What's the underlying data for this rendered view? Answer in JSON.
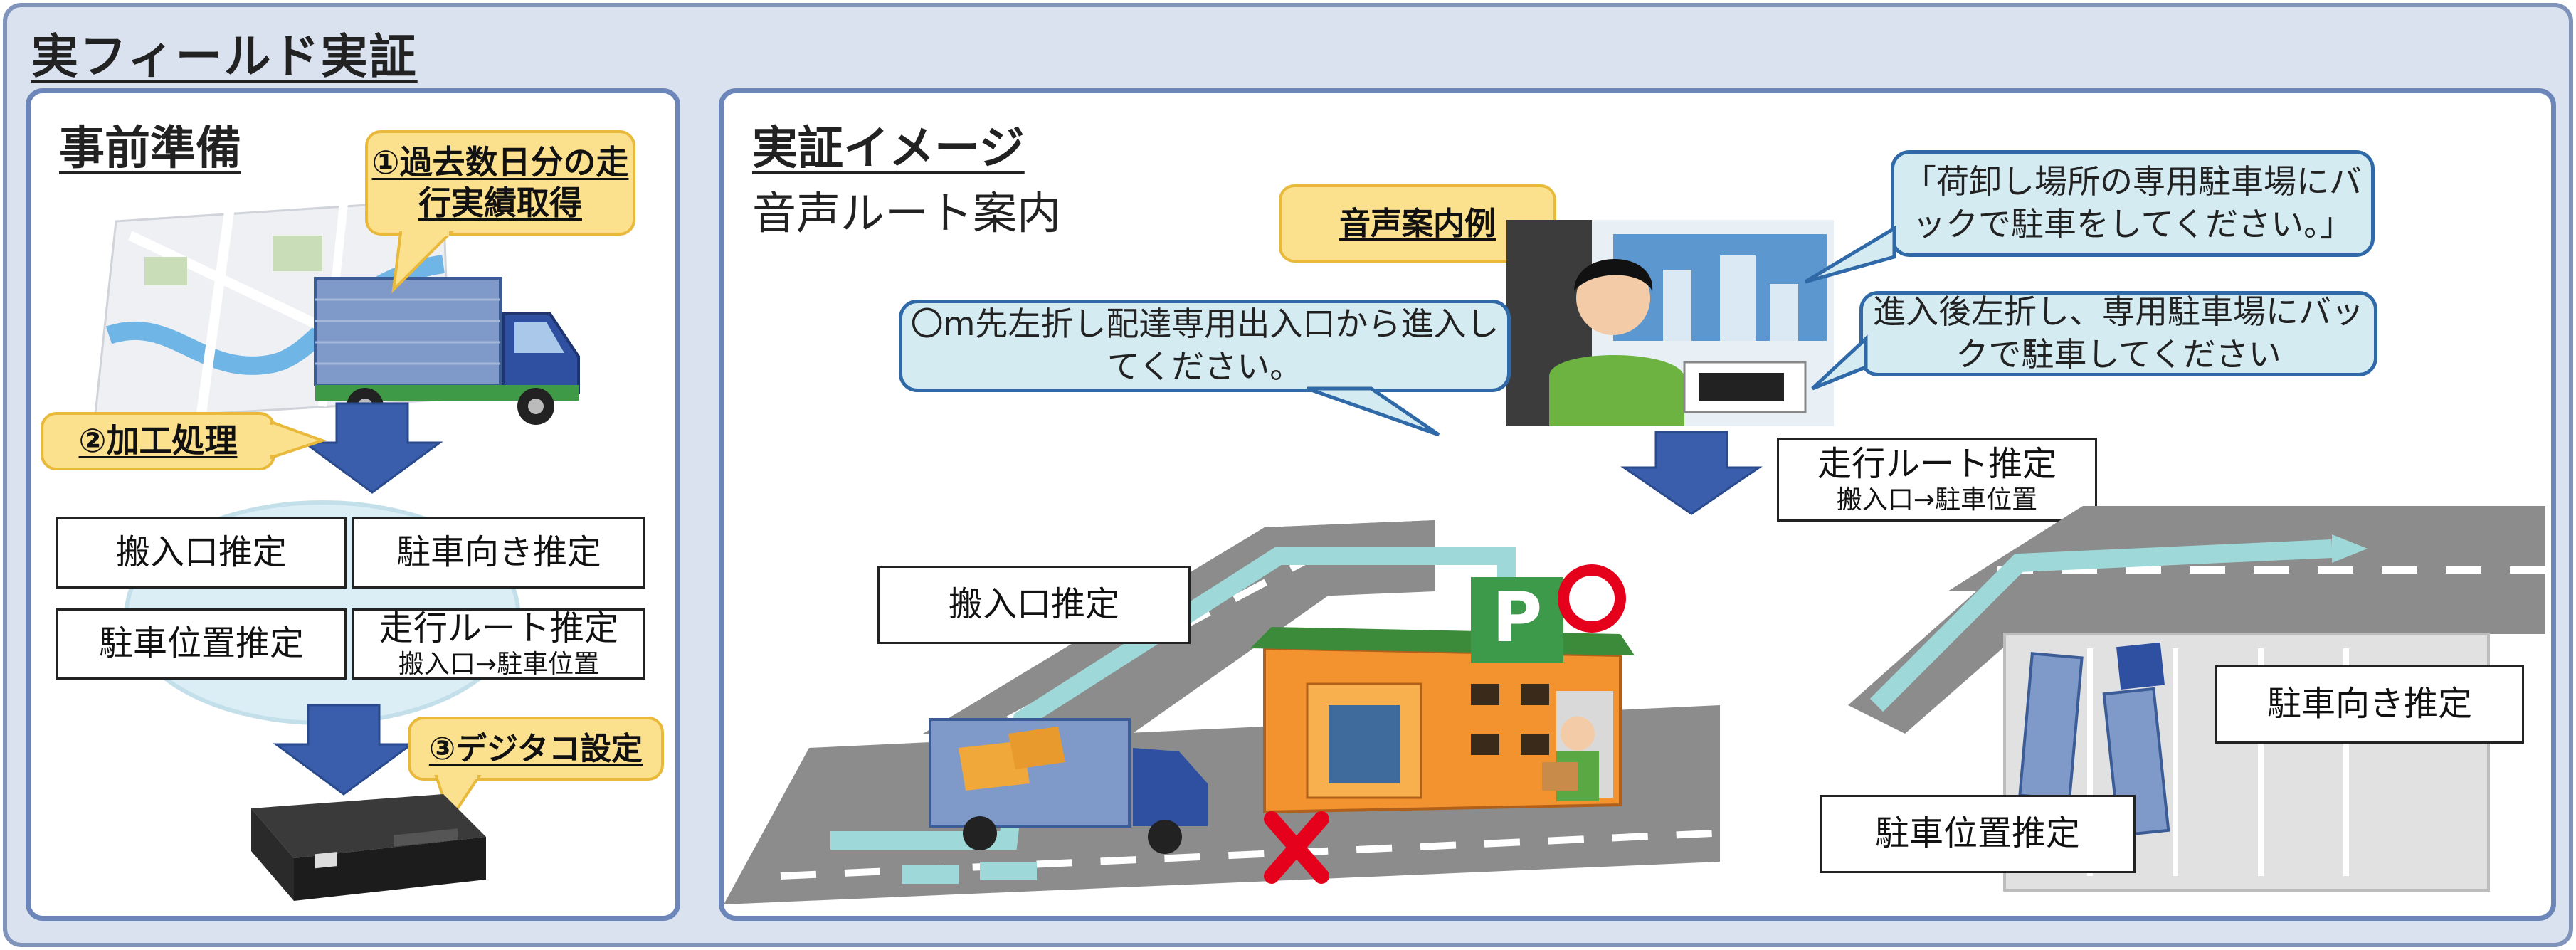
{
  "title": "実フィールド実証",
  "left_panel": {
    "title": "事前準備",
    "step1": "①過去数日分の走行実績取得",
    "step2": "②加工処理",
    "step3": "③デジタコ設定",
    "boxes": {
      "entrance": "搬入口推定",
      "direction": "駐車向き推定",
      "position": "駐車位置推定",
      "route_main": "走行ルート推定",
      "route_sub": "搬入口→駐車位置"
    }
  },
  "right_panel": {
    "title": "実証イメージ",
    "subtitle": "音声ルート案内",
    "voice_label": "音声案内例",
    "bubble_top": "「荷卸し場所の専用駐車場にバックで駐車をしてください。」",
    "bubble_left": "〇m先左折し配達専用出入口から進入してください。",
    "bubble_right": "進入後左折し、専用駐車場にバックで駐車してください",
    "route_main": "走行ルート推定",
    "route_sub": "搬入口→駐車位置",
    "entrance": "搬入口推定",
    "direction": "駐車向き推定",
    "position": "駐車位置推定",
    "parking_sign": "P"
  },
  "colors": {
    "frame_bg": "#d9e2ee",
    "panel_border": "#6d86ba",
    "callout_bg": "#fbe18e",
    "bubble_bg": "#d5ebf2",
    "bubble_border": "#2f69a8",
    "arrow": "#3a5eab",
    "route": "#9fd8d8",
    "road": "#8c8c8c"
  }
}
